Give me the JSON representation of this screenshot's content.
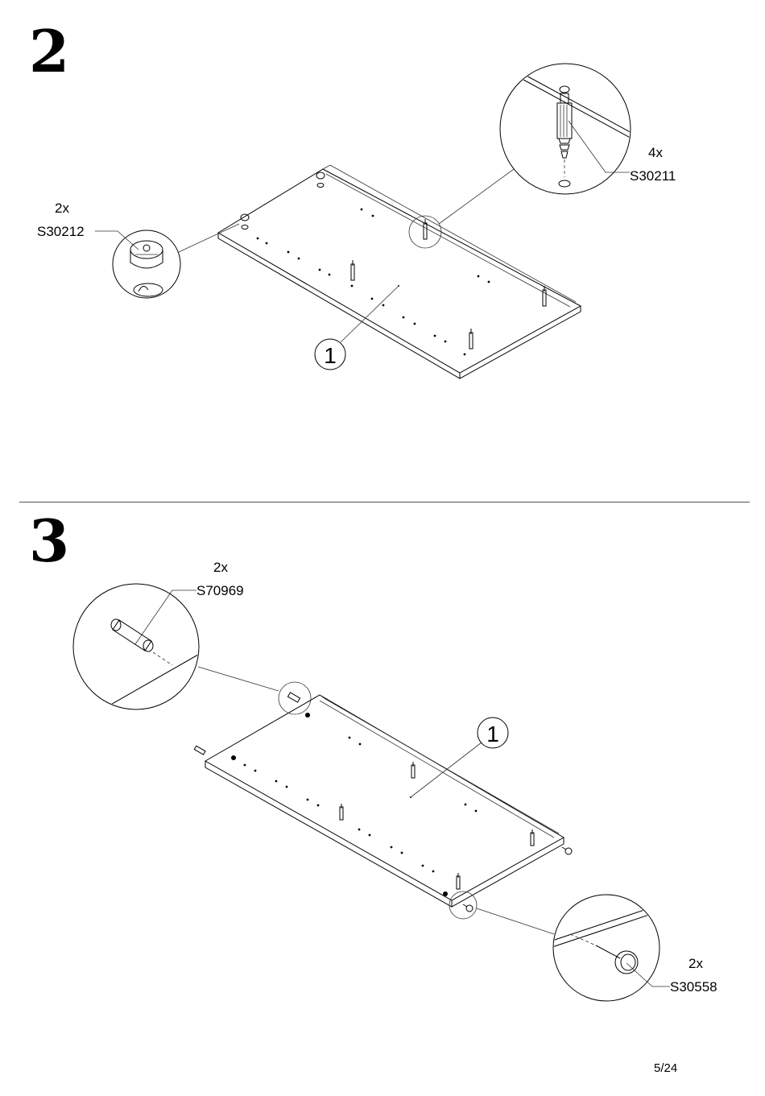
{
  "steps": [
    {
      "number": "2",
      "panel_label": "1",
      "callouts": [
        {
          "qty": "2x",
          "code": "S30212"
        },
        {
          "qty": "4x",
          "code": "S30211"
        }
      ]
    },
    {
      "number": "3",
      "panel_label": "1",
      "callouts": [
        {
          "qty": "2x",
          "code": "S70969"
        },
        {
          "qty": "2x",
          "code": "S30558"
        }
      ]
    }
  ],
  "page": "5/24"
}
